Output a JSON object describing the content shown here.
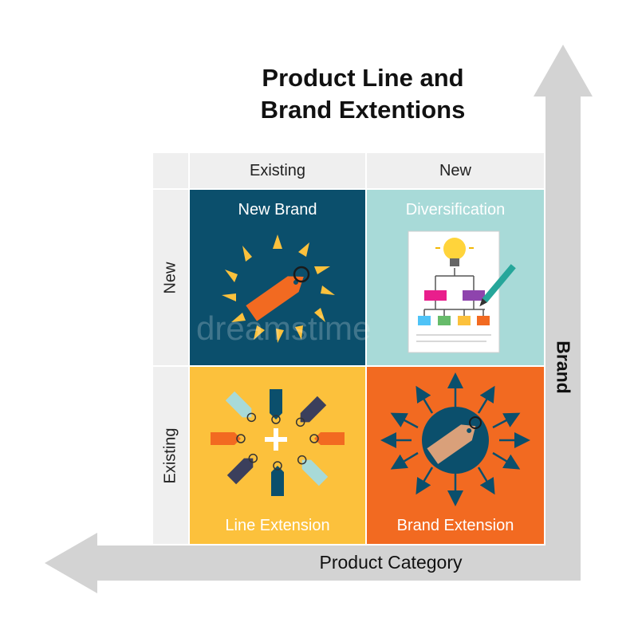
{
  "title": {
    "line1": "Product Line and",
    "line2": "Brand Extentions"
  },
  "columns": {
    "existing": "Existing",
    "new": "New"
  },
  "rows": {
    "new": "New",
    "existing": "Existing"
  },
  "quadrants": {
    "new_brand": {
      "label": "New Brand",
      "color": "#0b4f6c"
    },
    "diversification": {
      "label": "Diversification",
      "color": "#a8dad8"
    },
    "line_extension": {
      "label": "Line Extension",
      "color": "#fcc13c"
    },
    "brand_extension": {
      "label": "Brand Extension",
      "color": "#f26a21"
    }
  },
  "axes": {
    "x_label": "Product Category",
    "y_label": "Brand",
    "arrow_color": "#d3d3d3"
  },
  "watermark": "dreamstime"
}
